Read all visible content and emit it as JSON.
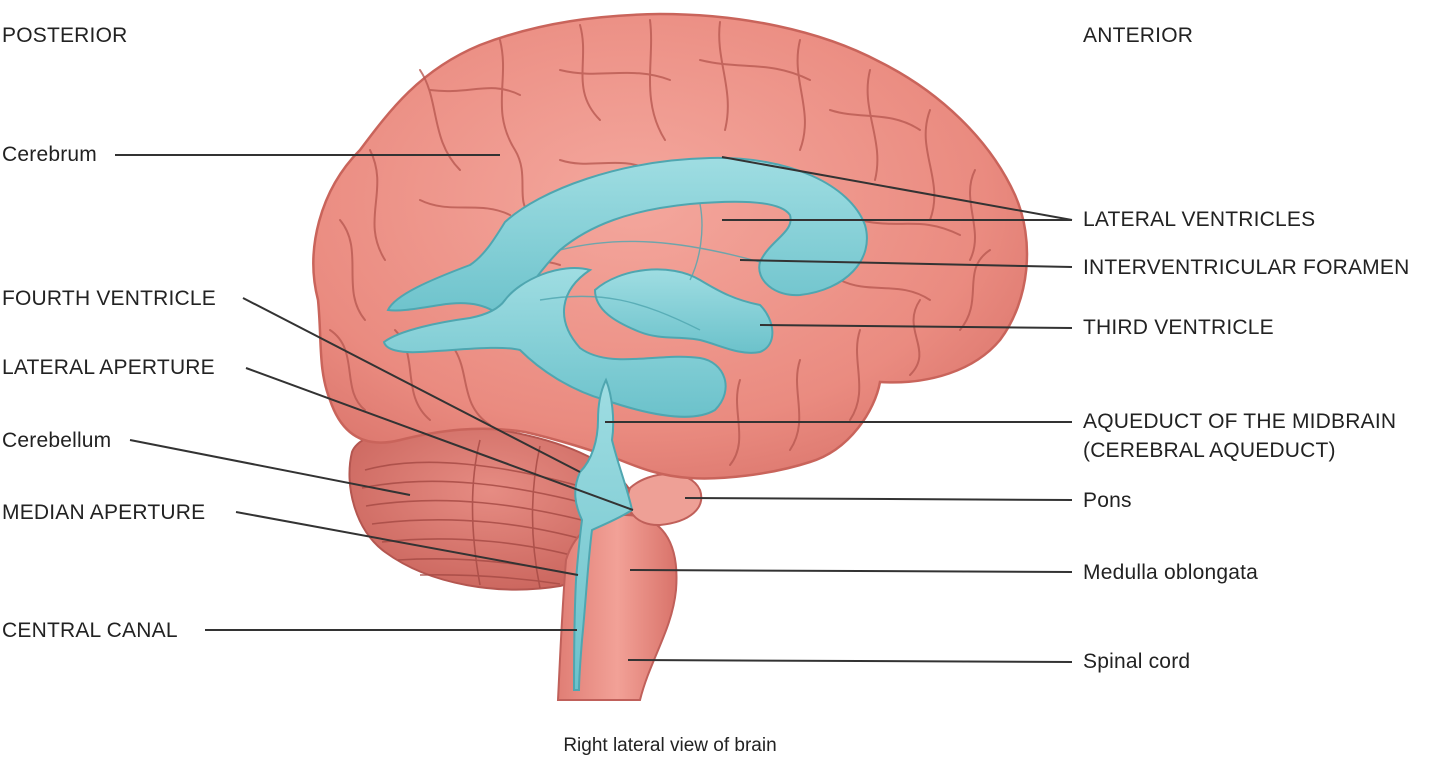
{
  "orientation": {
    "posterior": "POSTERIOR",
    "anterior": "ANTERIOR"
  },
  "labels_left": {
    "cerebrum": "Cerebrum",
    "fourth_ventricle": "FOURTH VENTRICLE",
    "lateral_aperture": "LATERAL APERTURE",
    "cerebellum": "Cerebellum",
    "median_aperture": "MEDIAN APERTURE",
    "central_canal": "CENTRAL CANAL"
  },
  "labels_right": {
    "lateral_ventricles": "LATERAL VENTRICLES",
    "interventricular_foramen": "INTERVENTRICULAR FORAMEN",
    "third_ventricle": "THIRD VENTRICLE",
    "aqueduct_line1": "AQUEDUCT OF THE MIDBRAIN",
    "aqueduct_line2": "(CEREBRAL AQUEDUCT)",
    "pons": "Pons",
    "medulla": "Medulla oblongata",
    "spinal_cord": "Spinal cord"
  },
  "caption": "Right lateral view of brain",
  "colors": {
    "cerebrum": "#eb8f85",
    "cerebrum_outline": "#c9645b",
    "sulcus": "#b95a52",
    "cerebellum": "#d87a72",
    "ventricle": "#7fcfd6",
    "ventricle_outline": "#4fa6b0",
    "leader": "#333333"
  }
}
